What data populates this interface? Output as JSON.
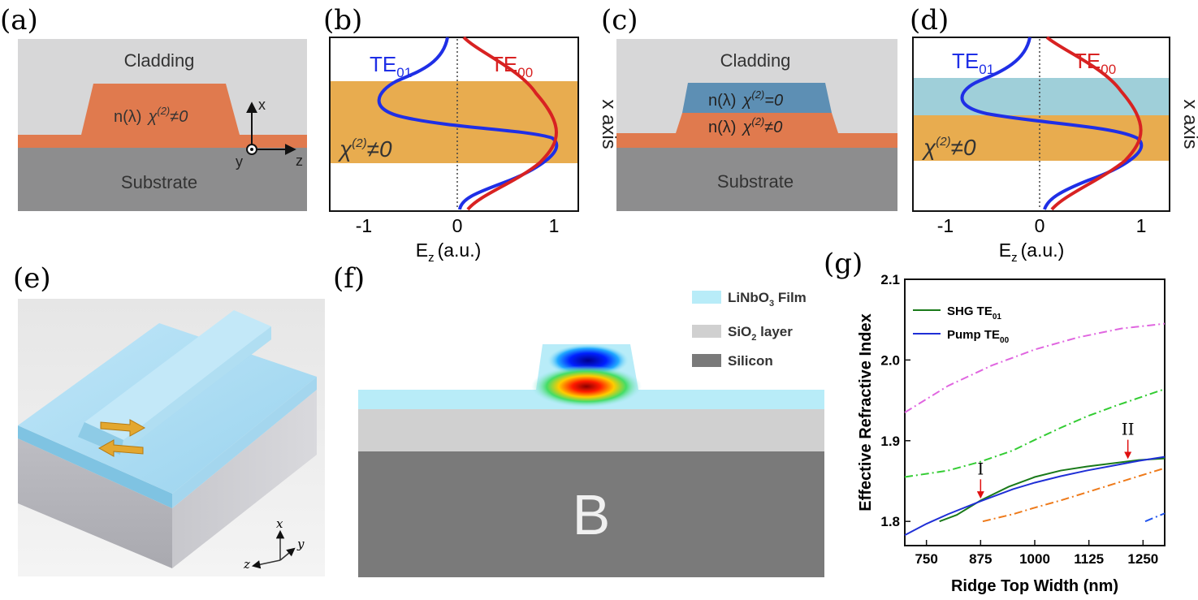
{
  "panels": {
    "a": {
      "letter": "(a)",
      "cladding": "Cladding",
      "substrate": "Substrate",
      "core_prefix": "n(λ)",
      "core_chi": "χ",
      "core_sup": "(2)",
      "core_rel": "≠0",
      "axis_x": "x",
      "axis_y": "y",
      "axis_z": "z"
    },
    "b": {
      "letter": "(b)",
      "mode1_base": "TE",
      "mode1_sub": "01",
      "mode2_base": "TE",
      "mode2_sub": "00",
      "chi": "χ",
      "chi_sup": "(2)",
      "chi_rel": "≠0",
      "xaxis_base": "E",
      "xaxis_sub": "z",
      "xaxis_unit": "(a.u.)",
      "yaxis": "x axis",
      "ticks": [
        "-1",
        "0",
        "1"
      ]
    },
    "c": {
      "letter": "(c)",
      "cladding": "Cladding",
      "substrate": "Substrate",
      "top_prefix": "n(λ)",
      "top_chi": "χ",
      "top_sup": "(2)",
      "top_rel": "=0",
      "bot_prefix": "n(λ)",
      "bot_chi": "χ",
      "bot_sup": "(2)",
      "bot_rel": "≠0"
    },
    "d": {
      "letter": "(d)",
      "mode1_base": "TE",
      "mode1_sub": "01",
      "mode2_base": "TE",
      "mode2_sub": "00",
      "chi": "χ",
      "chi_sup": "(2)",
      "chi_rel": "≠0",
      "xaxis_base": "E",
      "xaxis_sub": "z",
      "xaxis_unit": "(a.u.)",
      "yaxis": "x axis",
      "ticks": [
        "-1",
        "0",
        "1"
      ]
    },
    "e": {
      "letter": "(e)",
      "axis_x": "x",
      "axis_y": "y",
      "axis_z": "z"
    },
    "f": {
      "letter": "(f)",
      "legend": [
        {
          "base": "LiNbO",
          "sub": "3",
          "rest": " Film",
          "color": "#b8ecf8"
        },
        {
          "base": "SiO",
          "sub": "2",
          "rest": " layer",
          "color": "#d0d0d0"
        },
        {
          "base": "Silicon",
          "sub": "",
          "rest": "",
          "color": "#7a7a7a"
        }
      ],
      "watermark": "B"
    },
    "g": {
      "letter": "(g)",
      "markers": [
        "I",
        "II"
      ]
    }
  },
  "chart_data": {
    "type": "line",
    "xlabel": "Ridge Top Width (nm)",
    "ylabel": "Effective Refractive Index",
    "xlim": [
      700,
      1300
    ],
    "ylim": [
      1.77,
      2.1
    ],
    "xticks": [
      750,
      875,
      1000,
      1125,
      1250
    ],
    "yticks": [
      1.8,
      1.9,
      2.0,
      2.1
    ],
    "legend_position": "top-left",
    "series": [
      {
        "name": "SHG TE01",
        "name_base": "SHG TE",
        "name_sub": "01",
        "color": "#1a7a1a",
        "dash": "solid",
        "x": [
          780,
          820,
          875,
          940,
          1000,
          1060,
          1120,
          1180,
          1240,
          1300
        ],
        "y": [
          1.8,
          1.808,
          1.826,
          1.843,
          1.855,
          1.863,
          1.868,
          1.872,
          1.876,
          1.878
        ]
      },
      {
        "name": "Pump TE00",
        "name_base": "Pump TE",
        "name_sub": "00",
        "color": "#1f2fd6",
        "dash": "solid",
        "x": [
          700,
          750,
          800,
          875,
          950,
          1000,
          1060,
          1120,
          1180,
          1240,
          1300
        ],
        "y": [
          1.783,
          1.797,
          1.809,
          1.825,
          1.84,
          1.848,
          1.856,
          1.863,
          1.869,
          1.875,
          1.88
        ]
      },
      {
        "name": "",
        "color": "#e066e0",
        "dash": "dashdot",
        "x": [
          700,
          800,
          900,
          1000,
          1100,
          1200,
          1300
        ],
        "y": [
          1.935,
          1.968,
          1.993,
          2.013,
          2.028,
          2.039,
          2.045
        ]
      },
      {
        "name": "",
        "color": "#33cc33",
        "dash": "dashdot",
        "x": [
          700,
          800,
          875,
          950,
          1000,
          1060,
          1120,
          1180,
          1240,
          1300
        ],
        "y": [
          1.855,
          1.863,
          1.874,
          1.888,
          1.901,
          1.916,
          1.93,
          1.942,
          1.953,
          1.964
        ]
      },
      {
        "name": "",
        "color": "#ee7a1a",
        "dash": "dashdot",
        "x": [
          880,
          950,
          1000,
          1060,
          1120,
          1180,
          1240,
          1300
        ],
        "y": [
          1.8,
          1.809,
          1.817,
          1.826,
          1.836,
          1.846,
          1.856,
          1.866
        ]
      },
      {
        "name": "",
        "color": "#2255ee",
        "dash": "dashdot",
        "x": [
          1255,
          1300
        ],
        "y": [
          1.8,
          1.81
        ]
      }
    ],
    "annotations": [
      {
        "label": "I",
        "x": 875,
        "y": 1.826
      },
      {
        "label": "II",
        "x": 1215,
        "y": 1.875
      }
    ]
  }
}
